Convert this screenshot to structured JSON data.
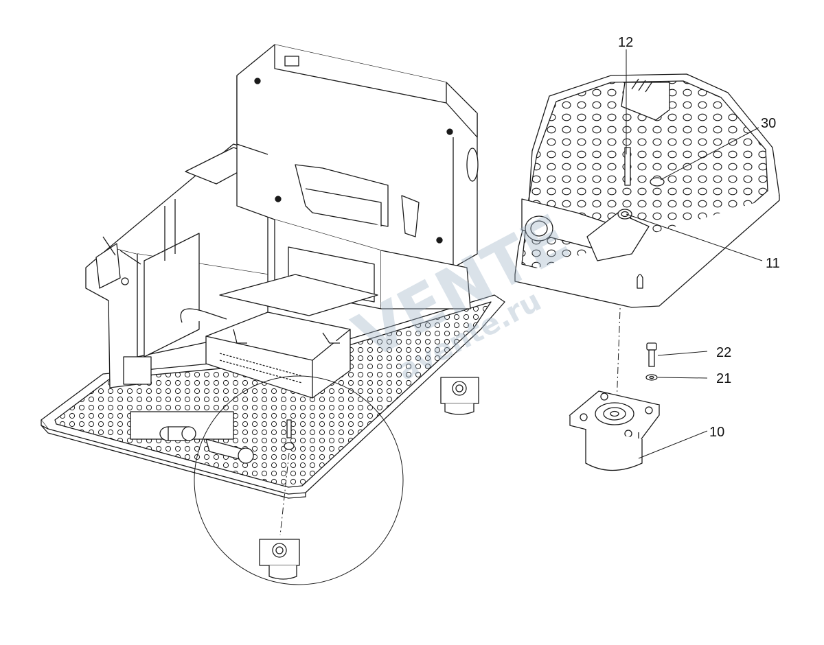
{
  "callouts": {
    "c12": "12",
    "c30": "30",
    "c11": "11",
    "c22": "22",
    "c21": "21",
    "c10": "10"
  },
  "watermark": {
    "line1": "VENTE",
    "line2": "avente.ru"
  },
  "colors": {
    "line": "#1a1a1a",
    "watermark": "#9fb4c8"
  }
}
